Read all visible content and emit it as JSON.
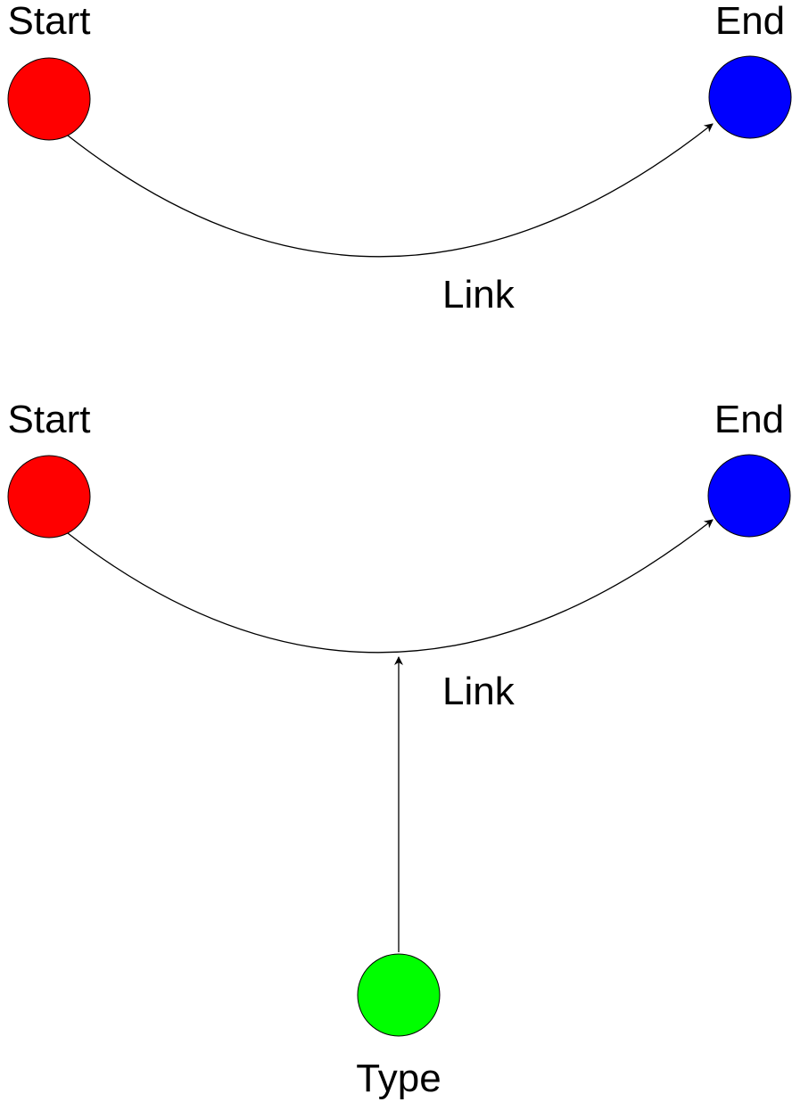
{
  "diagrams": [
    {
      "nodes": {
        "start": {
          "label": "Start",
          "color": "#ff0000"
        },
        "end": {
          "label": "End",
          "color": "#0000ff"
        }
      },
      "edges": {
        "link": {
          "label": "Link",
          "from": "Start",
          "to": "End"
        }
      }
    },
    {
      "nodes": {
        "start": {
          "label": "Start",
          "color": "#ff0000"
        },
        "end": {
          "label": "End",
          "color": "#0000ff"
        },
        "type": {
          "label": "Type",
          "color": "#00ff00"
        }
      },
      "edges": {
        "link": {
          "label": "Link",
          "from": "Start",
          "to": "End"
        },
        "type_link": {
          "from": "Type",
          "to": "Link"
        }
      }
    }
  ]
}
